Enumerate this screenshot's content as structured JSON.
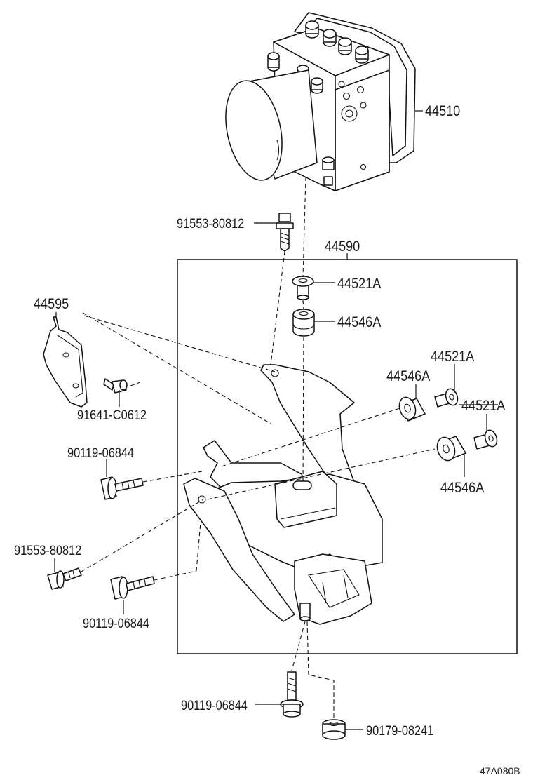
{
  "parts": {
    "actuator": "44510",
    "bracket_assy": "44590",
    "collar_top": "44521A",
    "cushion_top": "44546A",
    "bracket_sub": "44595",
    "bolt_bracket_sub": "91641-C0612",
    "cushion_right_upper": "44546A",
    "collar_right_upper": "44521A",
    "collar_right_lower": "44521A",
    "cushion_right_lower": "44546A",
    "bolt_top": "91553-80812",
    "bolt_left_upper": "90119-06844",
    "bolt_left_lower": "91553-80812",
    "bolt_left_bottom": "90119-06844",
    "bolt_bottom": "90119-06844",
    "nut_bottom": "90179-08241"
  },
  "drawing_code": "47A080B"
}
